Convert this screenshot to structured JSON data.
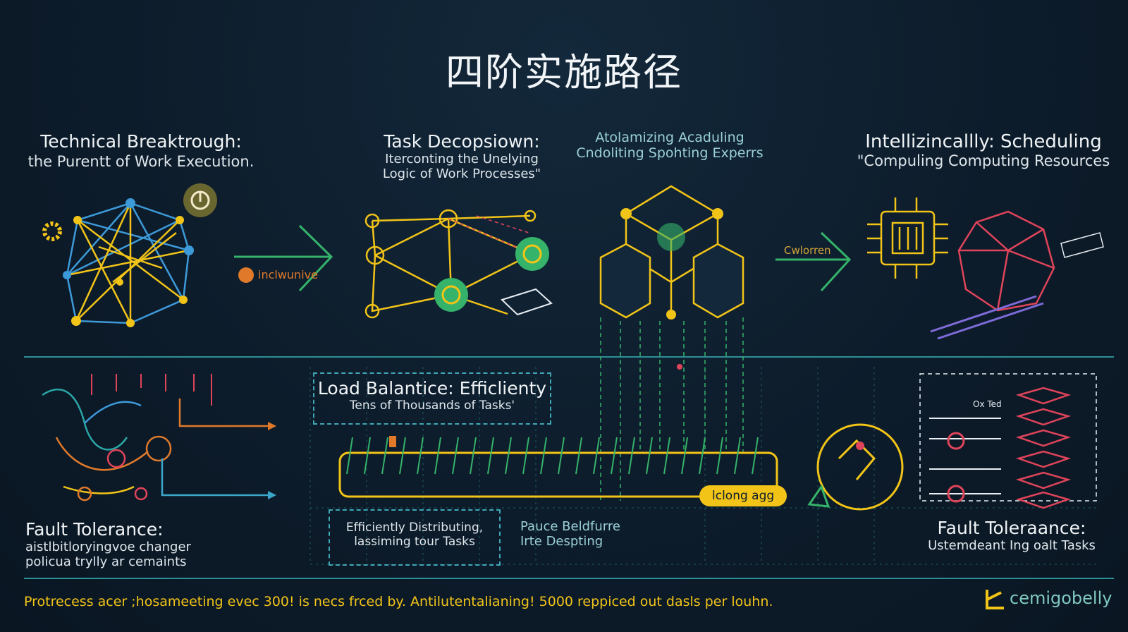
{
  "title": "四阶实施路径",
  "stage1": {
    "heading": "Technical Breaktrough:",
    "subheading": "the Purentt of Work Execution."
  },
  "stage2": {
    "heading": "Task Decopsiown:",
    "line1": "Iterconting the Unelying",
    "line2": "Logic of Work Processes\""
  },
  "stage3": {
    "line1": "Atolamizing Acaduling",
    "line2": "Cndoliting Spohting Experrs"
  },
  "stage4": {
    "heading": "Intellizincallly: Scheduling",
    "subheading": "\"Compuling Computing Resources"
  },
  "arrow1_label": "inclwunive",
  "arrow2_label": "Cwlorren",
  "fault_left": {
    "heading": "Fault Tolerance:",
    "line1": "aistlbitloryingvoe changer",
    "line2": "policua trylly ar cemaints"
  },
  "load_balance": {
    "heading": "Load Balantice: Efficlienty",
    "subheading": "Tens of Thousands of Tasks'"
  },
  "bottom_box": {
    "line1": "Efficiently Distributing,",
    "line2": "lassiming tour Tasks"
  },
  "pause_text": {
    "line1": "Pauce Beldfurre",
    "line2": "Irte Despting"
  },
  "pill_label": "lclong agg",
  "server_label": "Ox Ted",
  "fault_right": {
    "heading": "Fault Toleraance:",
    "subheading": "Ustemdeant Ing oalt Tasks"
  },
  "footer": "Protrecess acer ;hosameeting evec 300! is necs frced by. Antilutentalianing! 5000 reppiced out dasls per louhn.",
  "brand": "cemigobelly",
  "colors": {
    "accent_yellow": "#f2c418",
    "accent_teal": "#3fa7b5",
    "accent_green": "#35b36a",
    "accent_blue": "#3d9ad9",
    "accent_red": "#e0445a",
    "accent_orange": "#e07a2a"
  }
}
